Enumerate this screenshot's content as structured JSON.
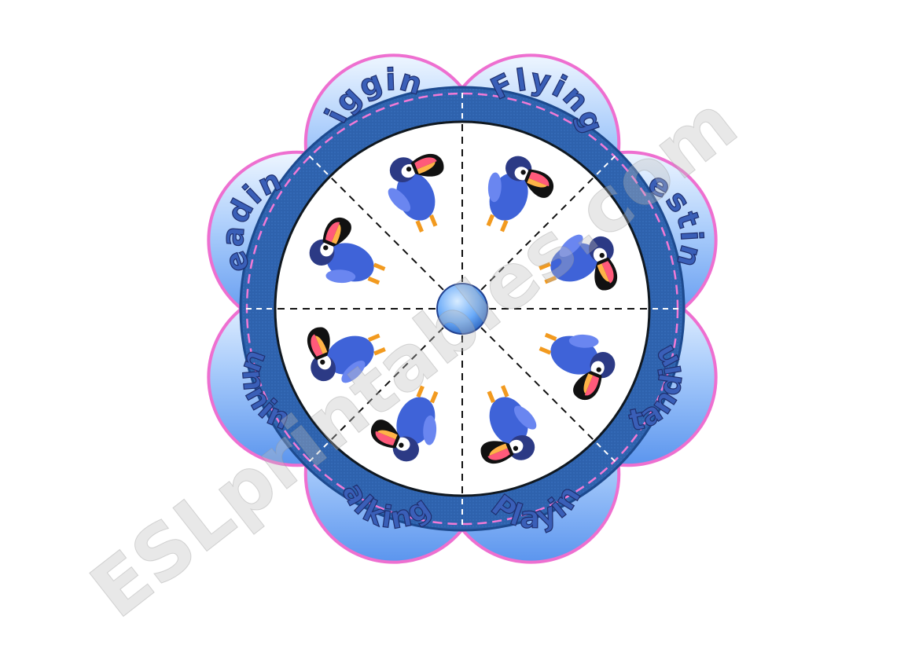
{
  "wheel": {
    "petals": [
      {
        "label": "Digging",
        "icon": "toucan-digging-icon"
      },
      {
        "label": "Flying",
        "icon": "toucan-flying-icon"
      },
      {
        "label": "Resting",
        "icon": "toucan-resting-icon"
      },
      {
        "label": "Standing",
        "icon": "toucan-standing-icon"
      },
      {
        "label": "Playing",
        "icon": "toucan-playing-icon"
      },
      {
        "label": "Talking",
        "icon": "toucan-talking-icon"
      },
      {
        "label": "Running",
        "icon": "toucan-running-icon"
      },
      {
        "label": "Reading",
        "icon": "toucan-reading-icon"
      }
    ]
  },
  "watermark": {
    "text": "ESLprintables.com"
  },
  "colors": {
    "petal_fill_top": "#cfe6ff",
    "petal_fill_bottom": "#5f9cf0",
    "petal_border": "#ee6fd0",
    "ring": "#2f66b0",
    "ring_dash": "#f27ad6",
    "hub": "#6fb0ff",
    "label": "#3a5fb8"
  }
}
